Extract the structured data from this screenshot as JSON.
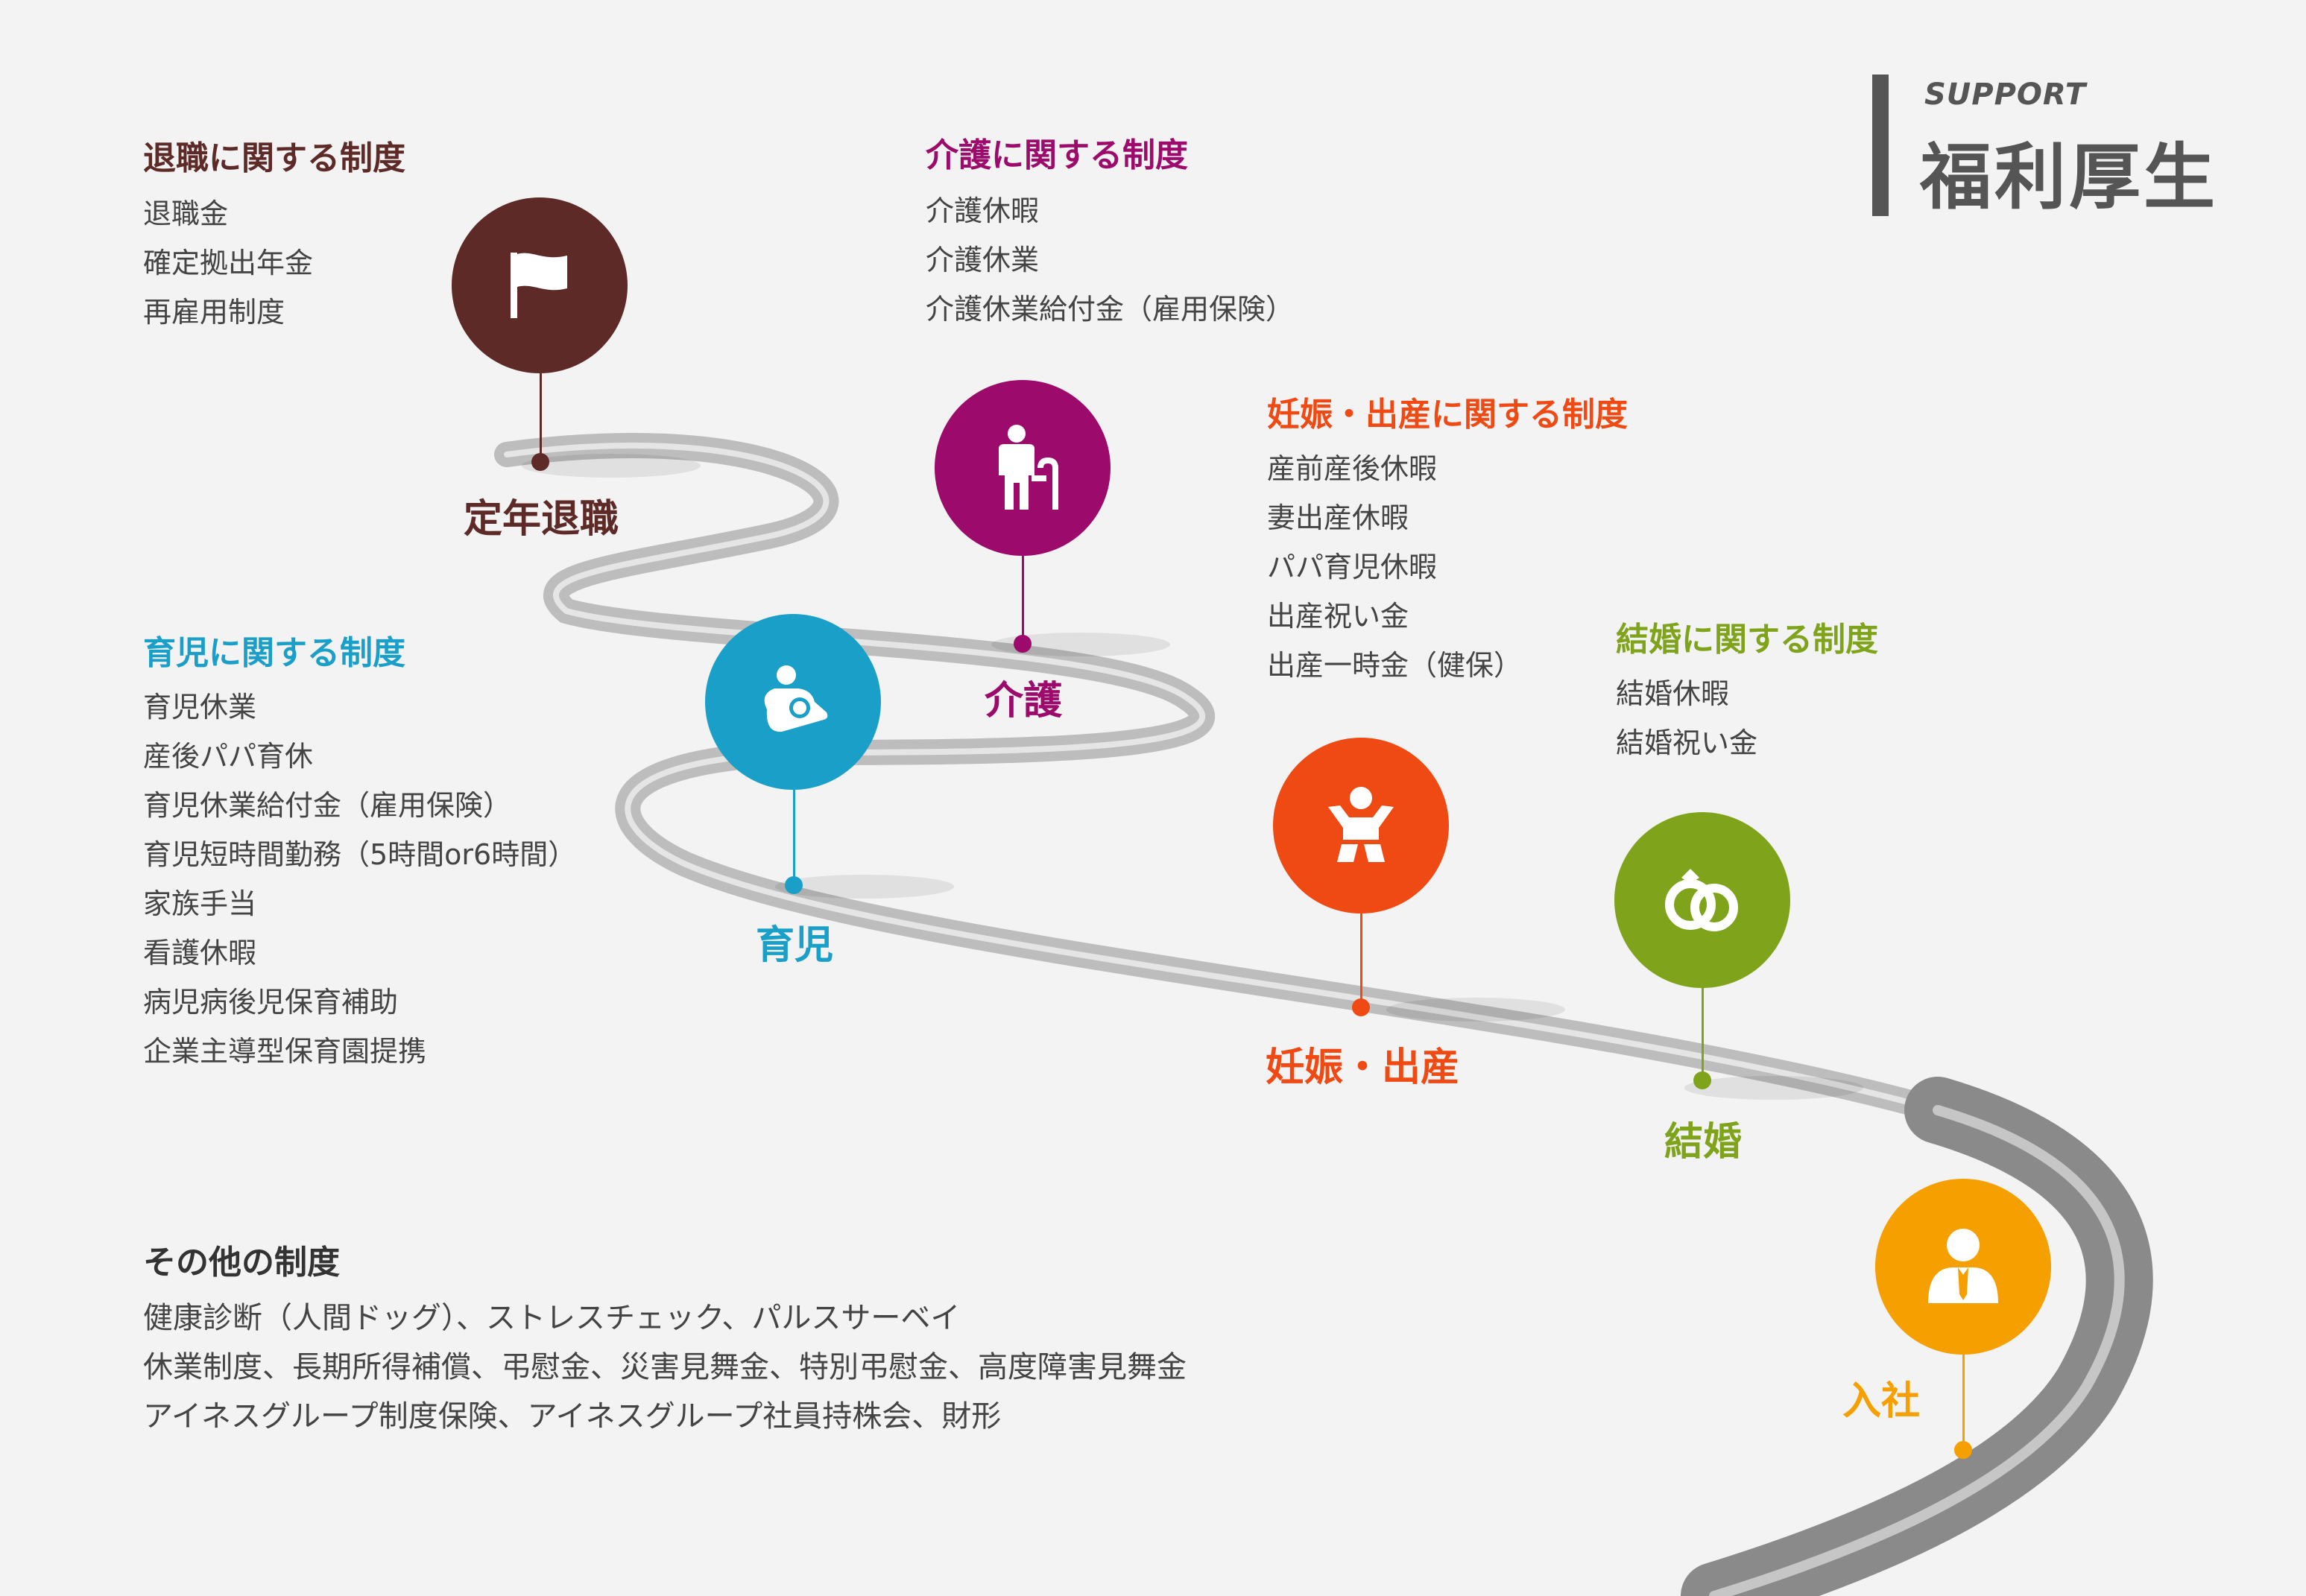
{
  "header": {
    "sub": "SUPPORT",
    "title": "福利厚生"
  },
  "colors": {
    "retire": "#5e2a28",
    "care": "#9c0a6b",
    "child": "#1aa0c8",
    "birth": "#f04a14",
    "marriage": "#7fa31a",
    "join": "#f5a000",
    "road": "#bdbdbd"
  },
  "sections": {
    "retire": {
      "title": "退職に関する制度",
      "items": [
        "退職金",
        "確定拠出年金",
        "再雇用制度"
      ]
    },
    "care": {
      "title": "介護に関する制度",
      "items": [
        "介護休暇",
        "介護休業",
        "介護休業給付金（雇用保険）"
      ]
    },
    "birth": {
      "title": "妊娠・出産に関する制度",
      "items": [
        "産前産後休暇",
        "妻出産休暇",
        "パパ育児休暇",
        "出産祝い金",
        "出産一時金（健保）"
      ]
    },
    "child": {
      "title": "育児に関する制度",
      "items": [
        "育児休業",
        "産後パパ育休",
        "育児休業給付金（雇用保険）",
        "育児短時間勤務（5時間or6時間）",
        "家族手当",
        "看護休暇",
        "病児病後児保育補助",
        "企業主導型保育園提携"
      ]
    },
    "marriage": {
      "title": "結婚に関する制度",
      "items": [
        "結婚休暇",
        "結婚祝い金"
      ]
    },
    "other": {
      "title": "その他の制度",
      "items": [
        "健康診断（人間ドッグ）、ストレスチェック、パルスサーベイ",
        "休業制度、長期所得補償、弔慰金、災害見舞金、特別弔慰金、高度障害見舞金",
        "アイネスグループ制度保険、アイネスグループ社員持株会、財形"
      ]
    }
  },
  "stages": {
    "retire": {
      "label": "定年退職",
      "icon": "flag-icon"
    },
    "care": {
      "label": "介護",
      "icon": "elderly-cane-icon"
    },
    "child": {
      "label": "育児",
      "icon": "parent-baby-icon"
    },
    "birth": {
      "label": "妊娠・出産",
      "icon": "baby-icon"
    },
    "marriage": {
      "label": "結婚",
      "icon": "rings-icon"
    },
    "join": {
      "label": "入社",
      "icon": "businessman-icon"
    }
  }
}
